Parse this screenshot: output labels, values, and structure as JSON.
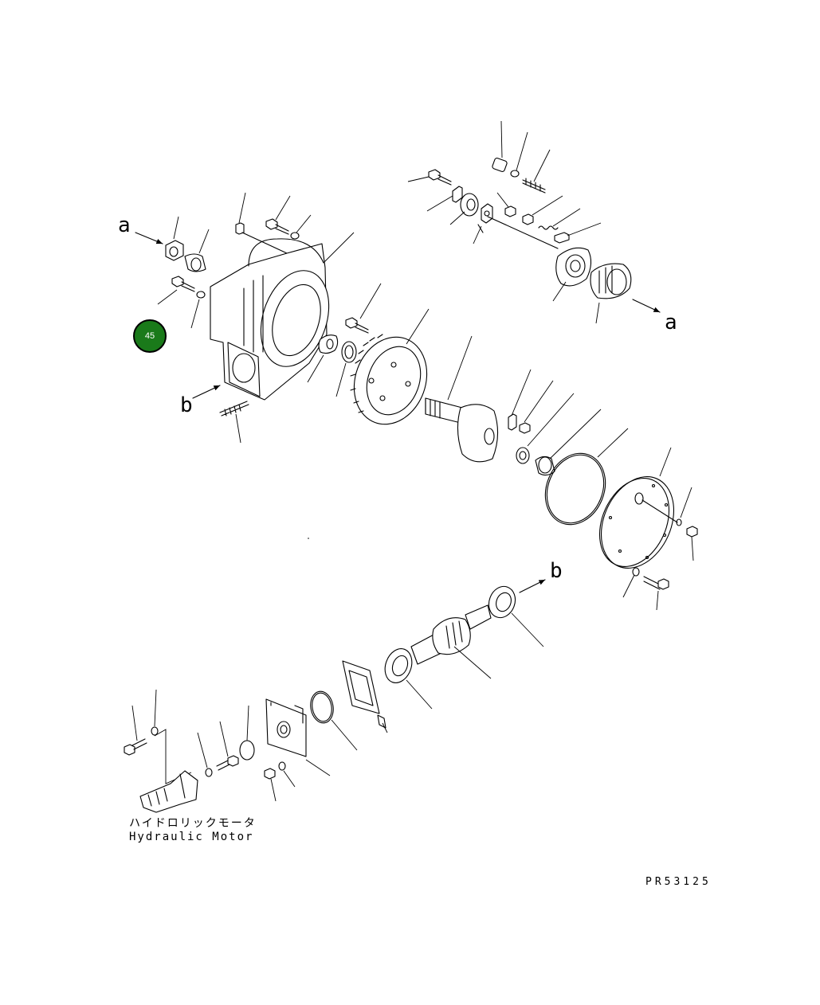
{
  "callouts": {
    "letter_a_left": "a",
    "letter_a_right": "a",
    "letter_b_left": "b",
    "letter_b_right": "b"
  },
  "badge": {
    "number": "45",
    "color": "#1a7a1a"
  },
  "caption": {
    "jp": "ハイドロリックモータ",
    "en": "Hydraulic Motor"
  },
  "drawing_code": "PR53125"
}
